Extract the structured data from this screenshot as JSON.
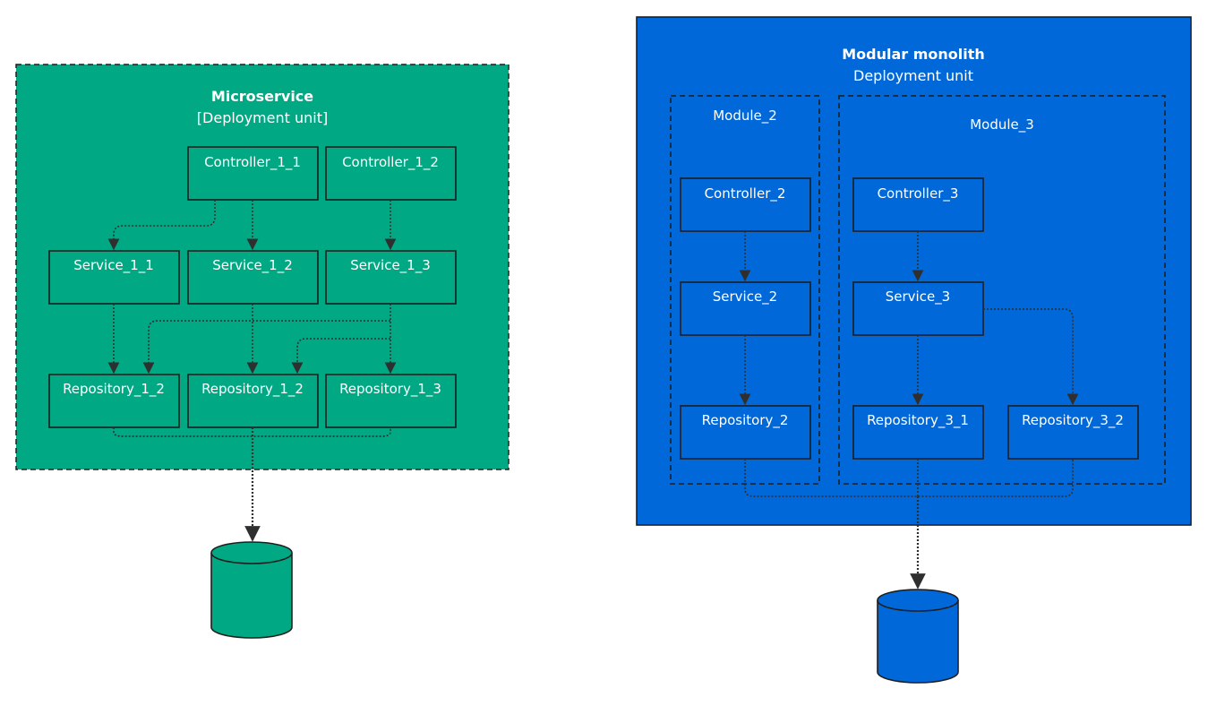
{
  "colors": {
    "microservice_fill": "#00a884",
    "monolith_fill": "#0068d8",
    "edge": "#2f2f2f",
    "text": "#ffffff"
  },
  "microservice": {
    "title": "Microservice",
    "subtitle": "[Deployment unit]",
    "controllers": [
      "Controller_1_1",
      "Controller_1_2"
    ],
    "services": [
      "Service_1_1",
      "Service_1_2",
      "Service_1_3"
    ],
    "repositories": [
      "Repository_1_2",
      "Repository_1_2",
      "Repository_1_3"
    ]
  },
  "monolith": {
    "title": "Modular monolith",
    "subtitle": "Deployment unit",
    "module_2": {
      "label": "Module_2",
      "controller": "Controller_2",
      "service": "Service_2",
      "repository": "Repository_2"
    },
    "module_3": {
      "label": "Module_3",
      "controller": "Controller_3",
      "service": "Service_3",
      "repositories": [
        "Repository_3_1",
        "Repository_3_2"
      ]
    }
  }
}
